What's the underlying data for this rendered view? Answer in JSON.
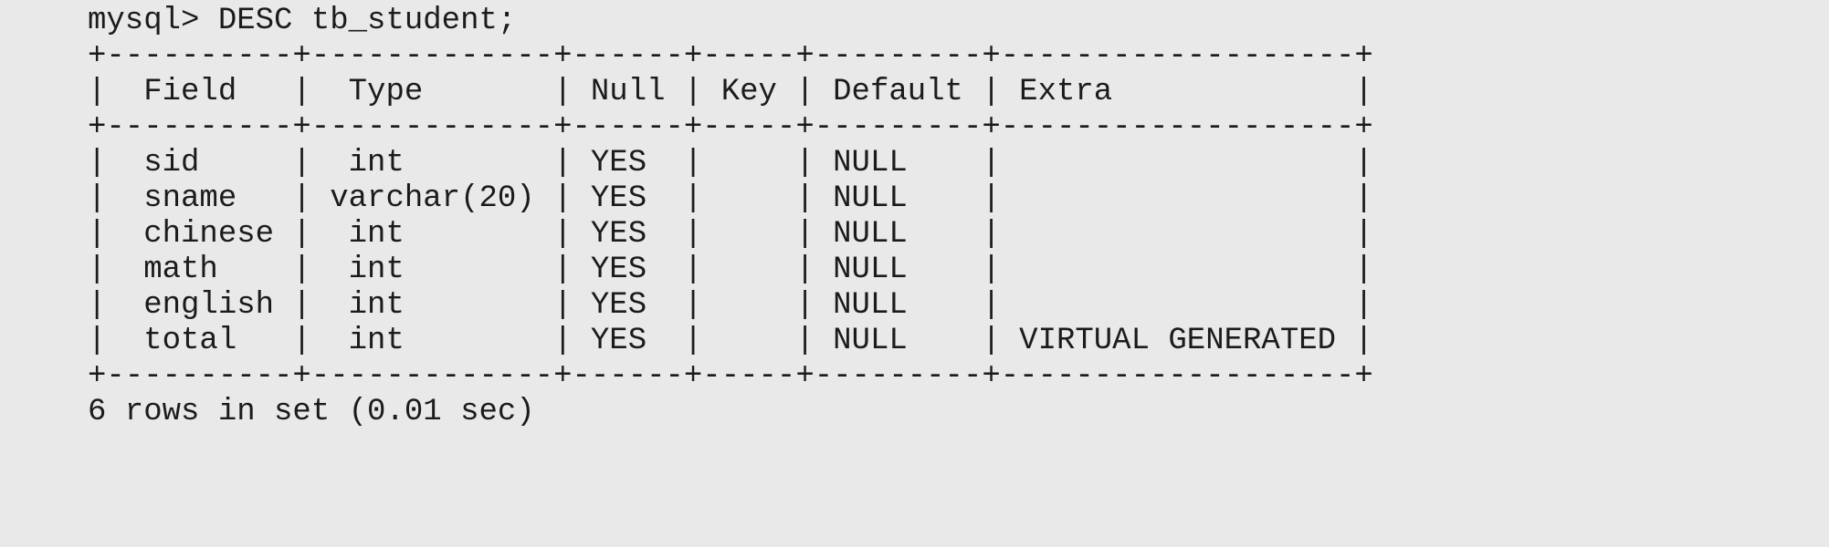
{
  "colors": {
    "background": "#e9e9e9",
    "text": "#1b1b1b"
  },
  "terminal": {
    "prompt": "mysql>",
    "command": "DESC tb_student;",
    "result_summary": "6 rows in set (0.01 sec)"
  },
  "table": {
    "columns": [
      "Field",
      "Type",
      "Null",
      "Key",
      "Default",
      "Extra"
    ],
    "rows": [
      {
        "Field": "sid",
        "Type": "int",
        "Null": "YES",
        "Key": "",
        "Default": "NULL",
        "Extra": ""
      },
      {
        "Field": "sname",
        "Type": "varchar(20)",
        "Null": "YES",
        "Key": "",
        "Default": "NULL",
        "Extra": ""
      },
      {
        "Field": "chinese",
        "Type": "int",
        "Null": "YES",
        "Key": "",
        "Default": "NULL",
        "Extra": ""
      },
      {
        "Field": "math",
        "Type": "int",
        "Null": "YES",
        "Key": "",
        "Default": "NULL",
        "Extra": ""
      },
      {
        "Field": "english",
        "Type": "int",
        "Null": "YES",
        "Key": "",
        "Default": "NULL",
        "Extra": ""
      },
      {
        "Field": "total",
        "Type": "int",
        "Null": "YES",
        "Key": "",
        "Default": "NULL",
        "Extra": "VIRTUAL GENERATED"
      }
    ]
  },
  "ascii": {
    "lines": [
      "mysql> DESC tb_student;",
      "+----------+-------------+------+-----+---------+-------------------+",
      "|  Field   |  Type       | Null | Key | Default | Extra             |",
      "+----------+-------------+------+-----+---------+-------------------+",
      "|  sid     |  int        | YES  |     | NULL    |                   |",
      "|  sname   | varchar(20) | YES  |     | NULL    |                   |",
      "|  chinese |  int        | YES  |     | NULL    |                   |",
      "|  math    |  int        | YES  |     | NULL    |                   |",
      "|  english |  int        | YES  |     | NULL    |                   |",
      "|  total   |  int        | YES  |     | NULL    | VIRTUAL GENERATED |",
      "+----------+-------------+------+-----+---------+-------------------+",
      "6 rows in set (0.01 sec)"
    ]
  }
}
